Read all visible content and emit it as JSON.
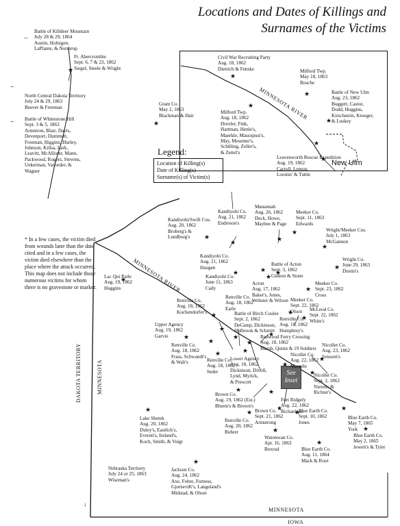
{
  "title": {
    "line1": "Locations and Dates of Killings and",
    "line2": "Surnames of the Victims"
  },
  "legend": {
    "title": "Legend:",
    "lines": [
      "Location of Killing(s)",
      "Date of Killing(s)",
      "Surname(s) of Victim(s)"
    ]
  },
  "note": "* In a few cases, the victim died from wounds later than the date cited and in a few cases, the victim died elsewhere than the place where the attack occurred. This map does not include those numerous victims for whom there is no gravestone or marker.",
  "map_labels": {
    "minnesota_river": "MINNESOTA RIVER",
    "minnesota_river_inset": "MINNESOTA RIVER",
    "dakota_territory": "DAKOTA TERRITORY",
    "minnesota_vertical": "MINNESOTA",
    "minnesota_bottom": "MINNESOTA",
    "iowa": "IOWA",
    "new_ulm": "New Ulm",
    "see_inset": "See Inset"
  },
  "sites": [
    {
      "text": "Battle of Killdeer Mountain\nJuly 28 & 29, 1864\nAustin, Holtzgen,\nLaPlante, & Northrup"
    },
    {
      "text": "Ft. Abercrombie\nSept. 6, 7 & 23, 1862\nSiegel, Steele & Wright"
    },
    {
      "text": "North Central Dakota Territory\nJuly 24 & 29, 1863\nBeever & Freeman"
    },
    {
      "text": "Battle of Whitestone Hill\nSept. 3 & 5, 1863\nArmstron, Blair, Davis,\nDevenport, Dummett,\nFreeman, Higgins, Hurley,\nJohnson, Killsa, Lark,\nLeavitt, McAllister, Mann,\nPackwood, Rogers, Stevens,\nUekerman, Vanorder, &\nWagner"
    },
    {
      "text": "Grant Co.\nMay 2, 1863\nBlackman & Hair"
    },
    {
      "text": "Civil War Recruiting Party\nAug. 18, 1862\nDietrich & Fenske"
    },
    {
      "text": "Milford Twp.\nMay 18, 1863\nBosche"
    },
    {
      "text": "Battle of New Ulm\nAug. 23, 1862\nBuggert, Castor,\nDodd, Huggins,\nKirschstein, Krueger,\n& Luskey"
    },
    {
      "text": "Milford Twp.\nAug. 18, 1862\nDrexler, Fink,\nHartman, Henle's,\nMaerkle, Massopust's,\nMay, Messmer's,\nSchilling, Zeller's,\n& Zettel's"
    },
    {
      "text": "Leavenworth Rescue Expedition\nAug. 19, 1862\nCarroll, Lemon,\nLoomis' & Tuttle"
    },
    {
      "text": "Kandiyohi/Swift Cos.\nAug. 20, 1862\nBroberg's &\nLundborg's"
    },
    {
      "text": "Kandiyohi Co.\nAug. 21, 1862\nEndreson's"
    },
    {
      "text": "Manannah\nAug. 26, 1862\nDeck, Howe,\nMaybee & Page"
    },
    {
      "text": "Meeker Co.\nSept. 11, 1863\nEdwards"
    },
    {
      "text": "Wright/Meeker Cos.\nJuly 1, 1863\nMcGannon"
    },
    {
      "text": "Kandiyohi Co.\nAug. 21, 1862\nHaugen"
    },
    {
      "text": "Kandiyohi Co.\nJune 11, 1863\nCady"
    },
    {
      "text": "Battle of Acton\nSept. 3, 1862\nGideon & Stone"
    },
    {
      "text": "Wright Co.\nJune 29, 1863\nDustin's"
    },
    {
      "text": "Lac Qui Parle\nAug. 19, 1862\nHuggins"
    },
    {
      "text": "Acton\nAug. 17, 1862\nBaker's, Jones,\nWebster & Wilson"
    },
    {
      "text": "Meeker Co.\nSept. 23, 1862\nCross"
    },
    {
      "text": "Renville Co.\nAug. 18, 1862\nKochendorfer's"
    },
    {
      "text": "Renville Co.\nAug. 18, 1862\nEarle"
    },
    {
      "text": "Meeker Co.\nSept. 22, 1862\nOlson"
    },
    {
      "text": "McLeod Co.\nSept. 22, 1862\nWhite's"
    },
    {
      "text": "Battle of Birch Coulee\nSept. 2, 1862\nDeCamp, Dickinson,\nHolbrook & Schmitt"
    },
    {
      "text": "Renville Co.\nAug. 18, 1862\nHumphrey's"
    },
    {
      "text": "Upper Agency\nAug. 19, 1862\nGarvie"
    },
    {
      "text": "Redwood Ferry Crossing\nAug. 18, 1862\nMarsh, Quinn & 19 Soldiers"
    },
    {
      "text": "Renville Co.\nAug. 18, 1862\nFrass, Schwandt's\n& Walt's"
    },
    {
      "text": "Nicollet Co.\nAug. 23, 1862\nJonsson's"
    },
    {
      "text": "Renville Co.\nAug. 18, 1862\nSeder"
    },
    {
      "text": "Lower Agency\nAug. 18, 1862\nDickinson, Divoll,\nLynd, Myrick,\n& Prescott"
    },
    {
      "text": "Nicollet Co.\nAug. 22, 1862\nMauerle"
    },
    {
      "text": "Nicollet Co.\nSept. 2, 1862\nNierens &\nRichter's"
    },
    {
      "text": "Brown Co.\nAug. 19, 1862 (Est.)\nBluem's & Brown's"
    },
    {
      "text": "Fort Ridgely\nAug. 22, 1862\nRichardson"
    },
    {
      "text": "Lake Shetek\nAug. 20, 1862\nDuley's, Eastlick's,\nEverett's, Ireland's,\nKoch, Smith, & Voigt"
    },
    {
      "text": "Renville Co.\nAug. 20, 1862\nBuhrer"
    },
    {
      "text": "Brown Co.\nSept. 21, 1862\nArmstrong"
    },
    {
      "text": "Blue Earth Co.\nSept. 10, 1862\nJones"
    },
    {
      "text": "Blue Earth Co.\nMay 7, 1865\nYork"
    },
    {
      "text": "Watonwan Co.\nApr. 16, 1863\nBoxrud"
    },
    {
      "text": "Blue Earth Co.\nMay 2, 1865\nJewett's & Tyler"
    },
    {
      "text": "Blue Earth Co.\nAug. 11, 1864\nMack & Root"
    },
    {
      "text": "Nebraska Territory\nJuly 24 or 25, 1863\nWiseman's"
    },
    {
      "text": "Jackson Co.\nAug. 24, 1862\nAxe, Fohre, Furness,\nGjorneviK's, Langeland's\nMidstad, & Olson"
    }
  ]
}
